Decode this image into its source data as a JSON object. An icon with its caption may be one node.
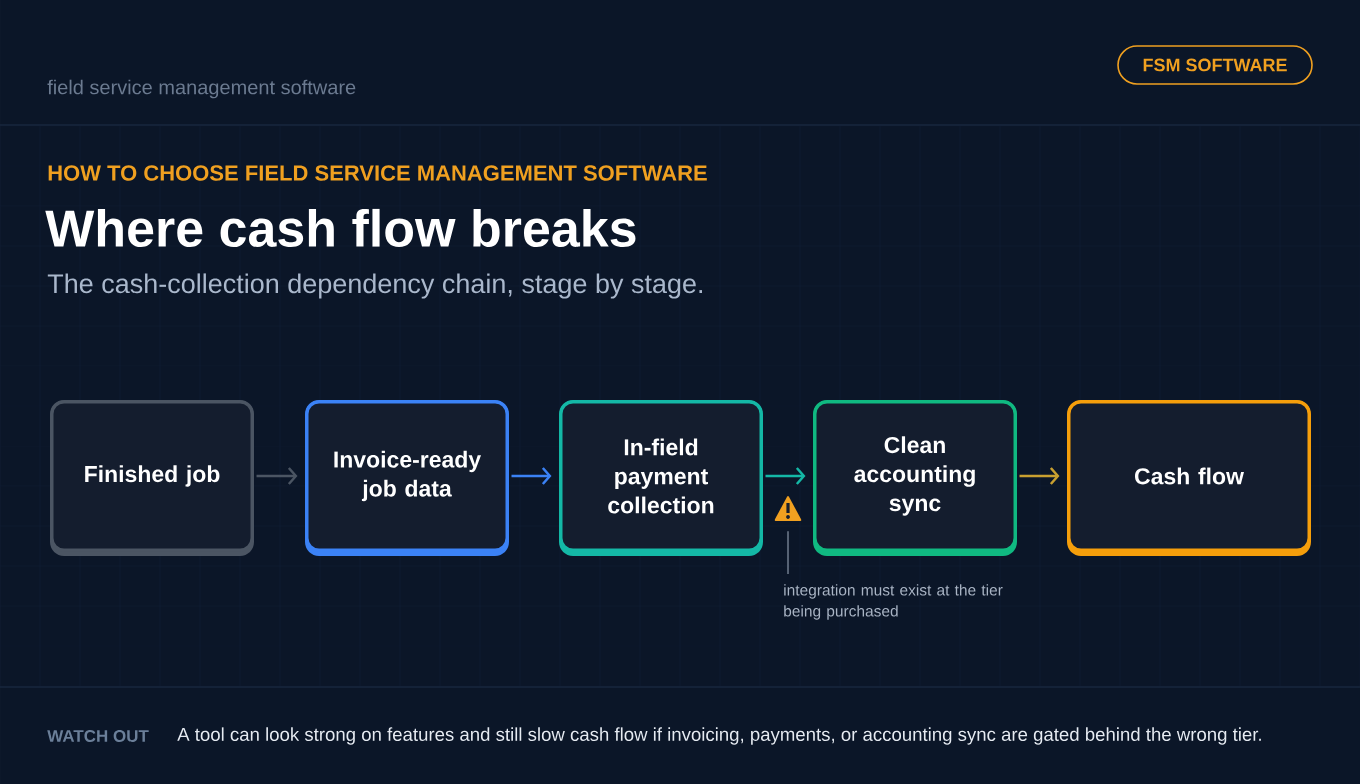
{
  "diagram": {
    "title": "Where cash flow breaks",
    "nodes": [
      {
        "text": [
          "FSM SOFTWARE"
        ]
      },
      {
        "text": [
          "Finished job"
        ]
      },
      {
        "text": [
          "Invoice-ready job data"
        ]
      },
      {
        "text": [
          "In-field payment collection"
        ]
      },
      {
        "text": [
          "Clean accounting sync"
        ]
      },
      {
        "text": [
          "Cash flow"
        ]
      },
      {
        "text": [],
        "shape": "triangle"
      },
      {
        "text": [
          "integration must exist at the tier being purchased"
        ]
      }
    ],
    "edges": [
      {
        "from": 1,
        "to": 2,
        "arrow": "to",
        "color": "#4b5563"
      },
      {
        "from": 2,
        "to": 3,
        "arrow": "to",
        "color": "#3b82f6"
      },
      {
        "from": 3,
        "to": 4,
        "arrow": "to",
        "color": "#14b8a6"
      },
      {
        "from": 4,
        "to": 5,
        "arrow": "to",
        "color": "#c9a030"
      },
      {
        "from": 7,
        "to": 6,
        "arrow": "none",
        "color": "#8a96a8"
      }
    ],
    "labels": [
      "field service management software",
      "HOW TO CHOOSE FIELD SERVICE MANAGEMENT SOFTWARE",
      "The cash-collection dependency chain, stage by stage.",
      "WATCH OUT",
      "A tool can look strong on features and still slow cash flow if invoicing, payments, or accounting sync are gated behind the wrong tier."
    ]
  }
}
